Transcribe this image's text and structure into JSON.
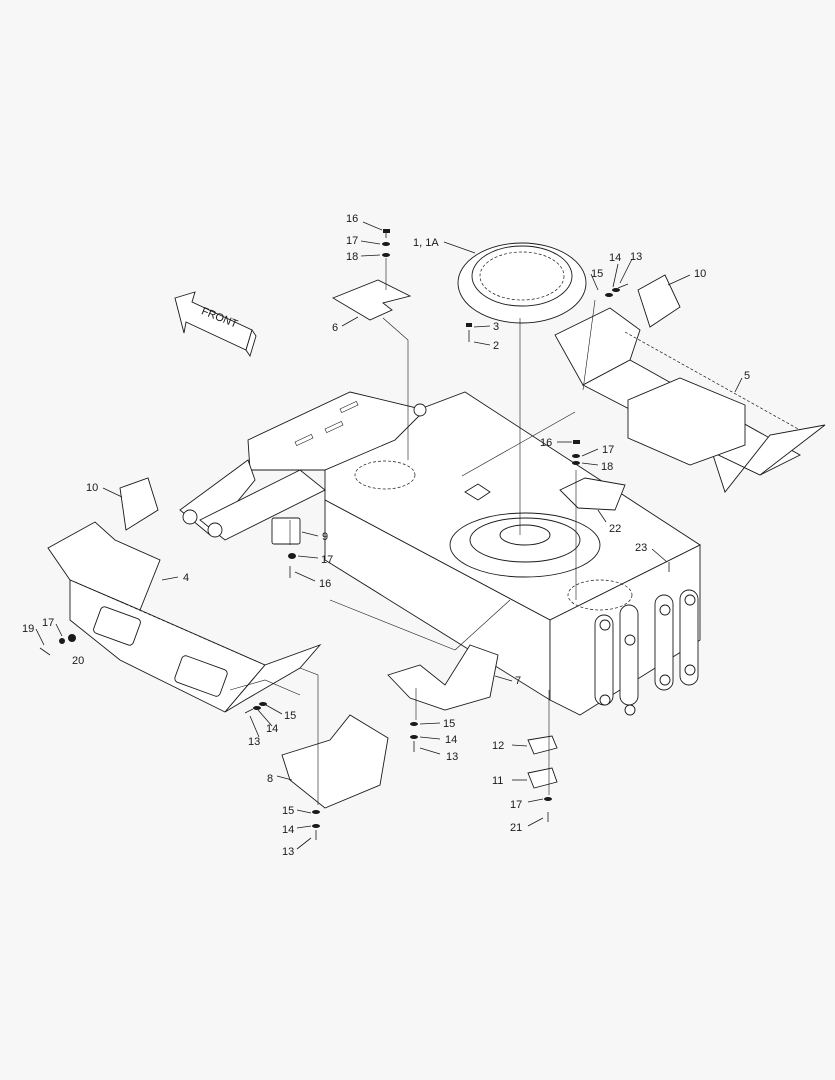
{
  "diagram": {
    "front_arrow_label": "FRONT",
    "callouts": {
      "c1": "1, 1A",
      "c2": "2",
      "c3": "3",
      "c4": "4",
      "c5": "5",
      "c6": "6",
      "c7": "7",
      "c8": "8",
      "c9": "9",
      "c10a": "10",
      "c10b": "10",
      "c11": "11",
      "c12": "12",
      "c13a": "13",
      "c13b": "13",
      "c13c": "13",
      "c13d": "13",
      "c14a": "14",
      "c14b": "14",
      "c14c": "14",
      "c14d": "14",
      "c15a": "15",
      "c15b": "15",
      "c15c": "15",
      "c15d": "15",
      "c16a": "16",
      "c16b": "16",
      "c16c": "16",
      "c17a": "17",
      "c17b": "17",
      "c17c": "17",
      "c17d": "17",
      "c17e": "17",
      "c18a": "18",
      "c18b": "18",
      "c19": "19",
      "c20": "20",
      "c21": "21",
      "c22": "22",
      "c23": "23"
    }
  }
}
